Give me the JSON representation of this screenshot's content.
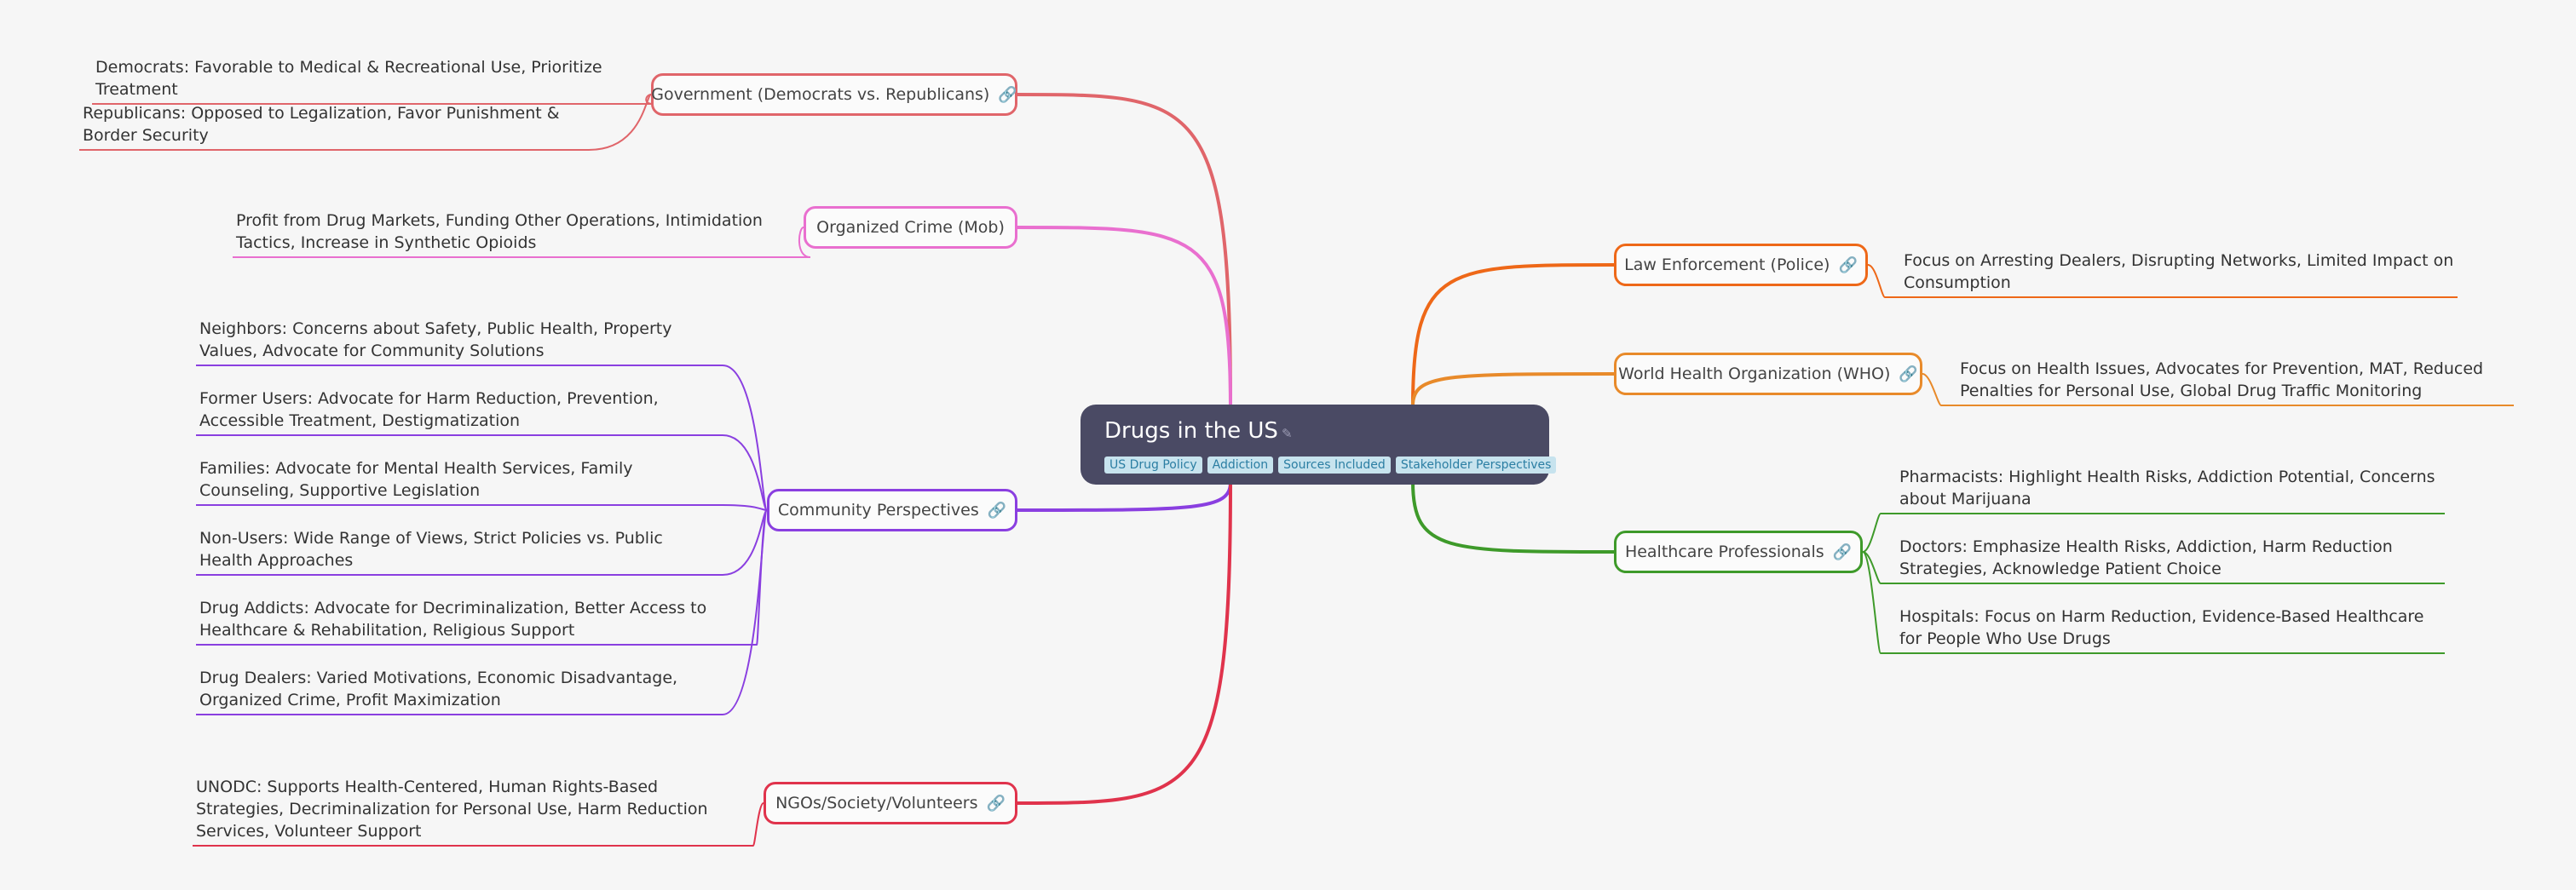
{
  "root": {
    "title": "Drugs in the US",
    "note_icon": "note-icon",
    "tags": [
      "US Drug Policy",
      "Addiction",
      "Sources Included",
      "Stakeholder Perspectives"
    ]
  },
  "branches": [
    {
      "label": "Government (Democrats vs. Republicans)",
      "color": "#e0656a",
      "has_link": true,
      "children": [
        "Democrats: Favorable to Medical & Recreational Use, Prioritize Treatment",
        "Republicans: Opposed to Legalization, Favor Punishment & Border Security"
      ]
    },
    {
      "label": "Organized Crime (Mob)",
      "color": "#e96fcf",
      "has_link": false,
      "children": [
        "Profit from Drug Markets, Funding Other Operations, Intimidation Tactics, Increase in Synthetic Opioids"
      ]
    },
    {
      "label": "Community Perspectives",
      "color": "#8a3fe0",
      "has_link": true,
      "children": [
        "Neighbors: Concerns about Safety, Public Health, Property Values, Advocate for Community Solutions",
        "Former Users: Advocate for Harm Reduction, Prevention, Accessible Treatment, Destigmatization",
        "Families: Advocate for Mental Health Services, Family Counseling, Supportive Legislation",
        "Non-Users: Wide Range of Views, Strict Policies vs. Public Health Approaches",
        "Drug Addicts: Advocate for Decriminalization, Better Access to Healthcare & Rehabilitation, Religious Support",
        "Drug Dealers: Varied Motivations, Economic Disadvantage, Organized Crime, Profit Maximization"
      ]
    },
    {
      "label": "NGOs/Society/Volunteers",
      "color": "#e0334c",
      "has_link": true,
      "children": [
        "UNODC: Supports Health-Centered, Human Rights-Based Strategies, Decriminalization for Personal Use, Harm Reduction Services, Volunteer Support"
      ]
    },
    {
      "label": "Law Enforcement (Police)",
      "color": "#ee6818",
      "has_link": true,
      "children": [
        "Focus on Arresting Dealers, Disrupting Networks, Limited Impact on Consumption"
      ]
    },
    {
      "label": "World Health Organization (WHO)",
      "color": "#e88a2a",
      "has_link": true,
      "children": [
        "Focus on Health Issues, Advocates for Prevention, MAT, Reduced Penalties for Personal Use, Global Drug Traffic Monitoring"
      ]
    },
    {
      "label": "Healthcare Professionals",
      "color": "#3e9a2a",
      "has_link": true,
      "children": [
        "Pharmacists: Highlight Health Risks, Addiction Potential, Concerns about Marijuana",
        "Doctors: Emphasize Health Risks, Addiction, Harm Reduction Strategies, Acknowledge Patient Choice",
        "Hospitals: Focus on Harm Reduction, Evidence-Based Healthcare for People Who Use Drugs"
      ]
    }
  ],
  "icons": {
    "link": "link-icon"
  }
}
